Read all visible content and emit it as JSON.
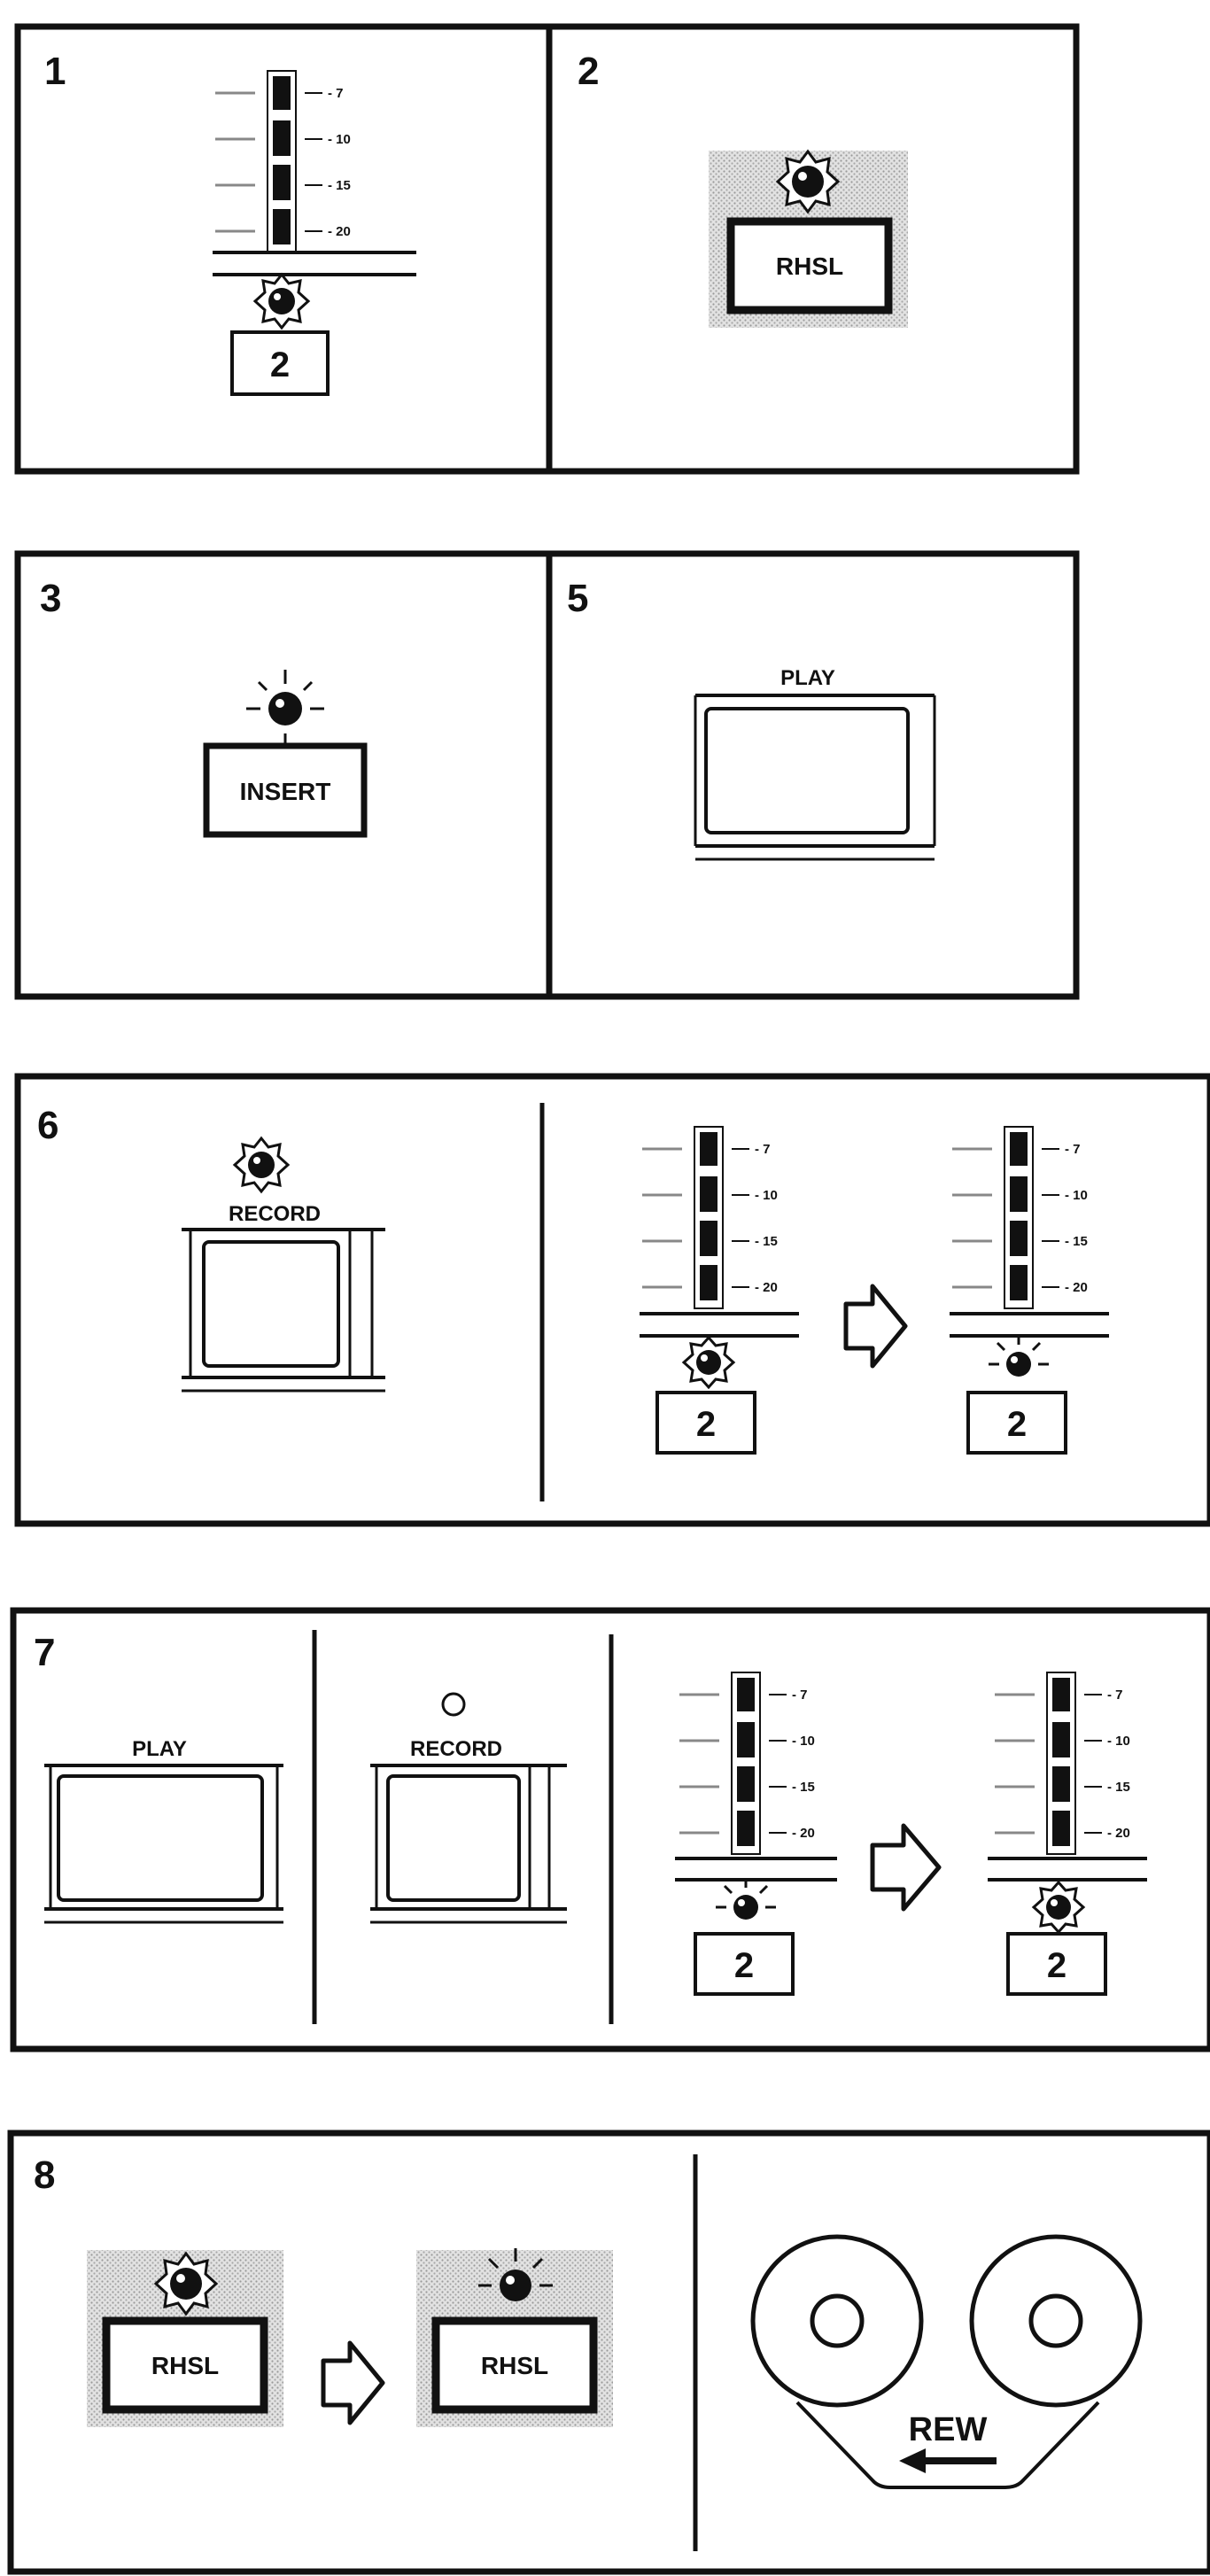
{
  "steps": {
    "s1": "1",
    "s2": "2",
    "s3": "3",
    "s5": "5",
    "s6": "6",
    "s7": "7",
    "s8": "8"
  },
  "meter_scale": [
    "- 7",
    "- 10",
    "- 15",
    "- 20"
  ],
  "labels": {
    "channel": "2",
    "rhsl": "RHSL",
    "insert": "INSERT",
    "play": "PLAY",
    "record": "RECORD",
    "rew": "REW"
  },
  "colors": {
    "ink": "#111111",
    "panel": "#ffffff",
    "shade": "#d6d6d6"
  },
  "icons": [
    "lamp-on-icon",
    "lamp-blinking-icon",
    "lamp-off-icon",
    "arrow-right-icon",
    "reel-icon",
    "rewind-arrow-icon"
  ]
}
